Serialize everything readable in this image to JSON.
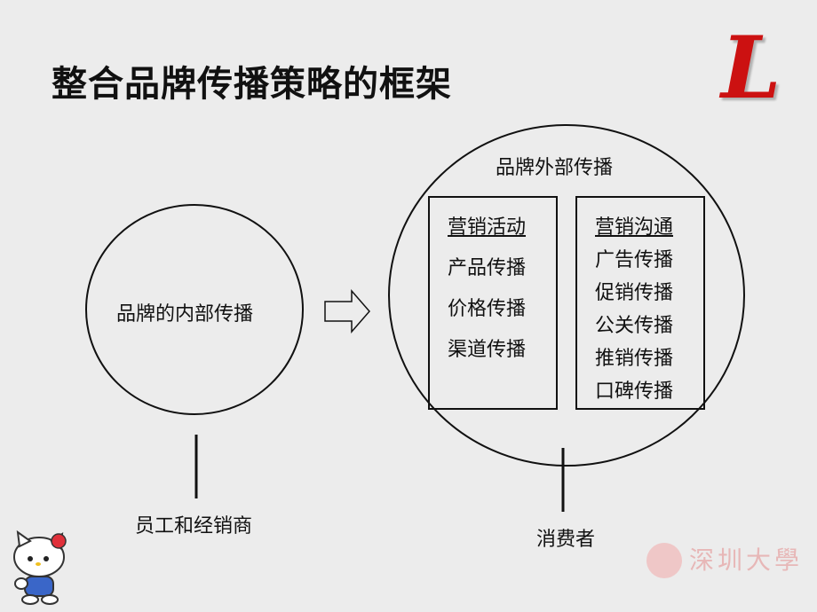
{
  "title": "整合品牌传播策略的框架",
  "logo": "L",
  "left_circle": {
    "label": "品牌的内部传播",
    "target": "员工和经销商"
  },
  "right_circle": {
    "title": "品牌外部传播",
    "target": "消费者",
    "box1": {
      "heading": "营销活动",
      "items": [
        "产品传播",
        "价格传播",
        "渠道传播"
      ]
    },
    "box2": {
      "heading": "营销沟通",
      "items": [
        "广告传播",
        "促销传播",
        "公关传播",
        "推销传播",
        "口碑传播"
      ]
    }
  },
  "watermark": "深圳大學",
  "colors": {
    "logo": "#cc1111",
    "background": "#ececec",
    "watermark": "#e7b7b7"
  }
}
